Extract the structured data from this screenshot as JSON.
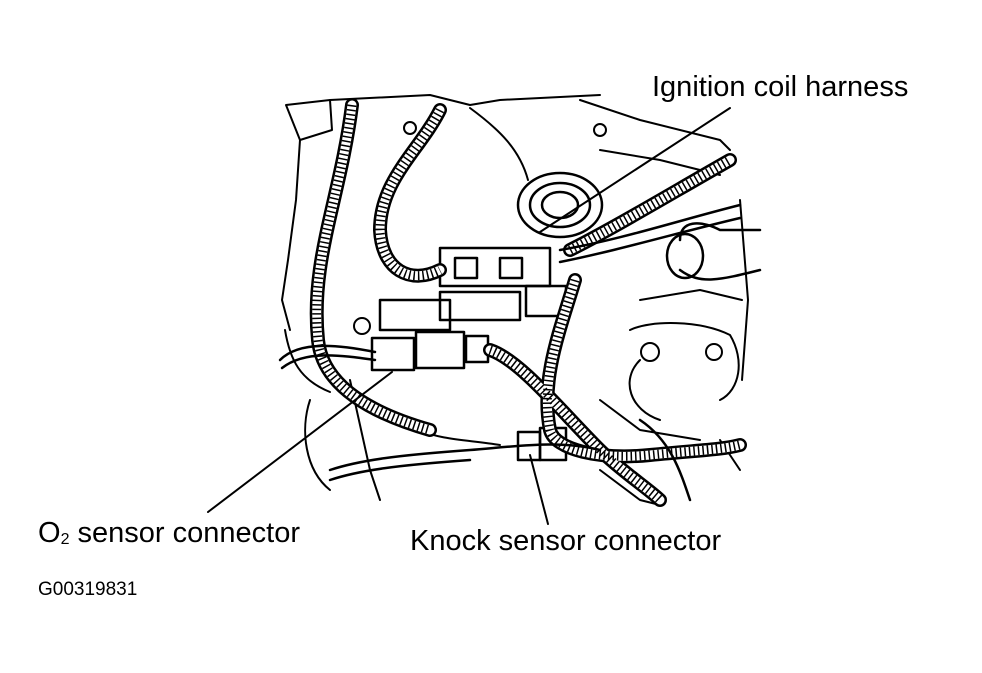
{
  "labels": {
    "ignition_coil_harness": "Ignition coil harness",
    "o2_sensor_connector_prefix": "O",
    "o2_sensor_connector_subscript": "2",
    "o2_sensor_connector_suffix": " sensor connector",
    "knock_sensor_connector": "Knock sensor connector"
  },
  "figure_code": "G00319831",
  "colors": {
    "ink": "#000000",
    "background": "#ffffff"
  }
}
